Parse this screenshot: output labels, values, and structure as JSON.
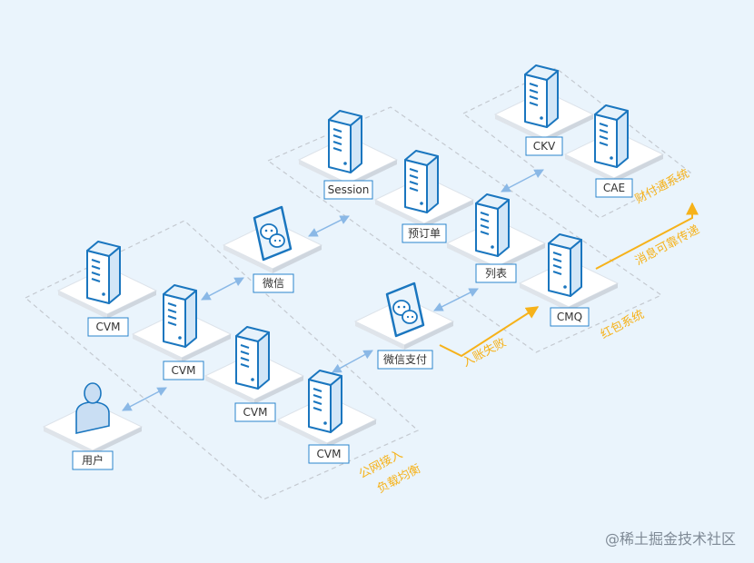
{
  "groups": {
    "public_access": {
      "line1": "公网接入",
      "line2": "负载均衡"
    },
    "red_packet": "红包系统",
    "tenpay": "财付通系统"
  },
  "nodes": {
    "user": "用户",
    "cvm1": "CVM",
    "cvm2": "CVM",
    "cvm3": "CVM",
    "cvm4": "CVM",
    "wechat": "微信",
    "wechat_pay": "微信支付",
    "session": "Session",
    "preorder": "预订单",
    "list": "列表",
    "cmq": "CMQ",
    "ckv": "CKV",
    "cae": "CAE"
  },
  "flows": {
    "account_failure": "入账失败",
    "reliable_message": "消息可靠传递"
  },
  "watermark": "@稀土掘金技术社区",
  "colors": {
    "background": "#eaf4fc",
    "server_top": "#e6f2fb",
    "server_front": "#ffffff",
    "server_side": "#d2e6f7",
    "stroke": "#1a76bf",
    "label_border": "#2a84cc",
    "connector": "#8ab8e6",
    "accent": "#f6b21a",
    "dashed": "#c4c9d0"
  }
}
